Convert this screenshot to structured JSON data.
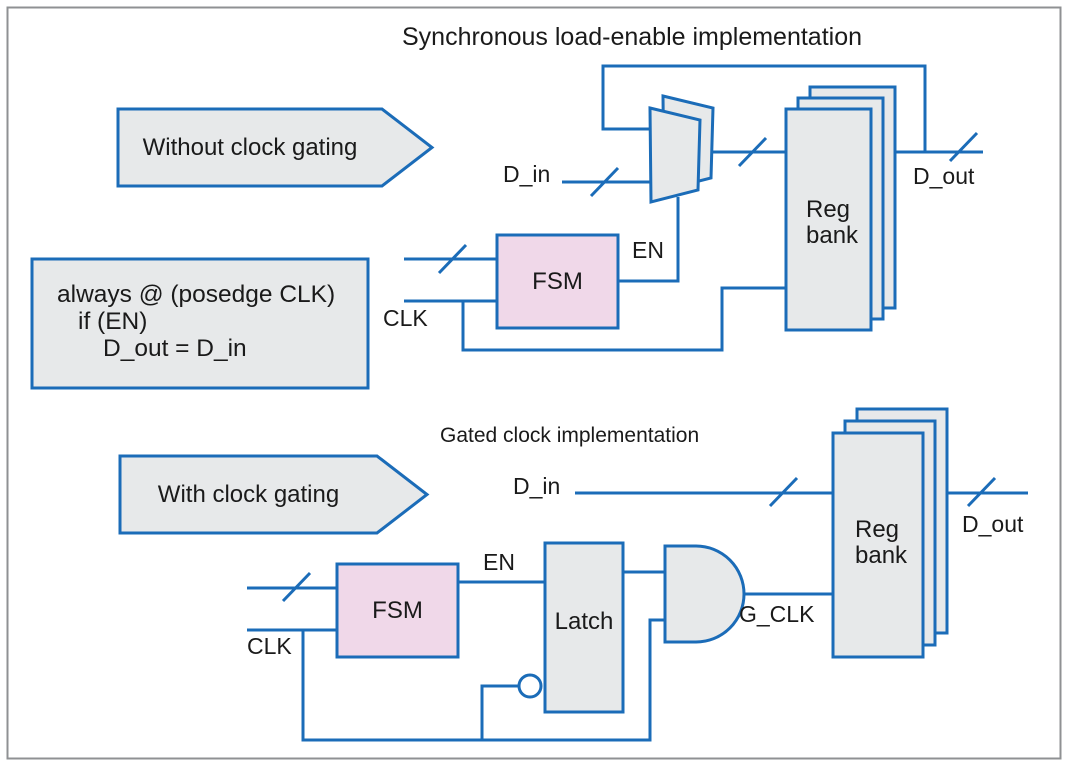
{
  "figure": {
    "top": {
      "title": "Synchronous load-enable implementation",
      "banner": "Without clock gating",
      "code": [
        "always @ (posedge CLK)",
        "if (EN)",
        "D_out = D_in"
      ],
      "signals": {
        "d_in": "D_in",
        "clk": "CLK",
        "en": "EN",
        "d_out": "D_out"
      },
      "blocks": {
        "fsm": "FSM",
        "reg_line1": "Reg",
        "reg_line2": "bank"
      }
    },
    "bottom": {
      "title": "Gated clock implementation",
      "banner": "With clock gating",
      "signals": {
        "d_in": "D_in",
        "clk": "CLK",
        "en": "EN",
        "d_out": "D_out",
        "g_clk": "G_CLK"
      },
      "blocks": {
        "fsm": "FSM",
        "latch": "Latch",
        "reg_line1": "Reg",
        "reg_line2": "bank"
      }
    },
    "colors": {
      "line_blue": "#1b6cb8",
      "fill_gray": "#e7e9ea",
      "fill_pink": "#f0d8e9",
      "text": "#1a1a1a",
      "frame_gray": "#8f9193"
    }
  }
}
